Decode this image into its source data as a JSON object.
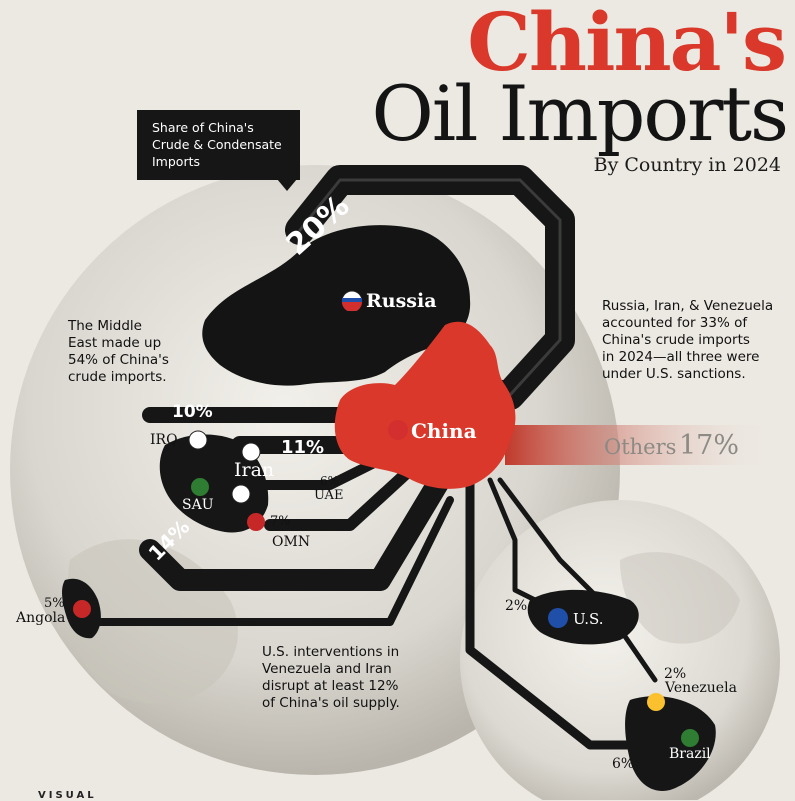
{
  "header": {
    "title_line1": "China's",
    "title_line2": "Oil Imports",
    "subtitle": "By Country in 2024"
  },
  "legend": {
    "lines": [
      "Share of China's",
      "Crude & Condensate",
      "Imports"
    ]
  },
  "notes": {
    "middle_east": [
      "The Middle",
      "East made up",
      "54% of China's",
      "crude imports."
    ],
    "sanctions": [
      "Russia, Iran, & Venezuela",
      "accounted for 33% of",
      "China's crude imports",
      "in 2024—all three were",
      "under U.S. sanctions."
    ],
    "interventions": [
      "U.S. interventions in",
      "Venezuela and Iran",
      "disrupt at least 12%",
      "of China's oil supply."
    ]
  },
  "destination": {
    "name": "China"
  },
  "others": {
    "label": "Others",
    "share": "17%"
  },
  "countries": [
    {
      "name": "Russia",
      "share": "20%"
    },
    {
      "name": "IRQ",
      "share": "10%"
    },
    {
      "name": "Iran",
      "share": "11%"
    },
    {
      "name": "UAE",
      "share": "6%"
    },
    {
      "name": "SAU",
      "share": "14%"
    },
    {
      "name": "OMN",
      "share": "7%"
    },
    {
      "name": "Angola",
      "share": "5%"
    },
    {
      "name": "U.S.",
      "share": "2%"
    },
    {
      "name": "Venezuela",
      "share": "2%"
    },
    {
      "name": "Brazil",
      "share": "6%"
    }
  ],
  "footer": {
    "brand": "VISUAL"
  },
  "colors": {
    "accent": "#d9382a",
    "pipe": "#161616",
    "background": "#ece9e2"
  }
}
